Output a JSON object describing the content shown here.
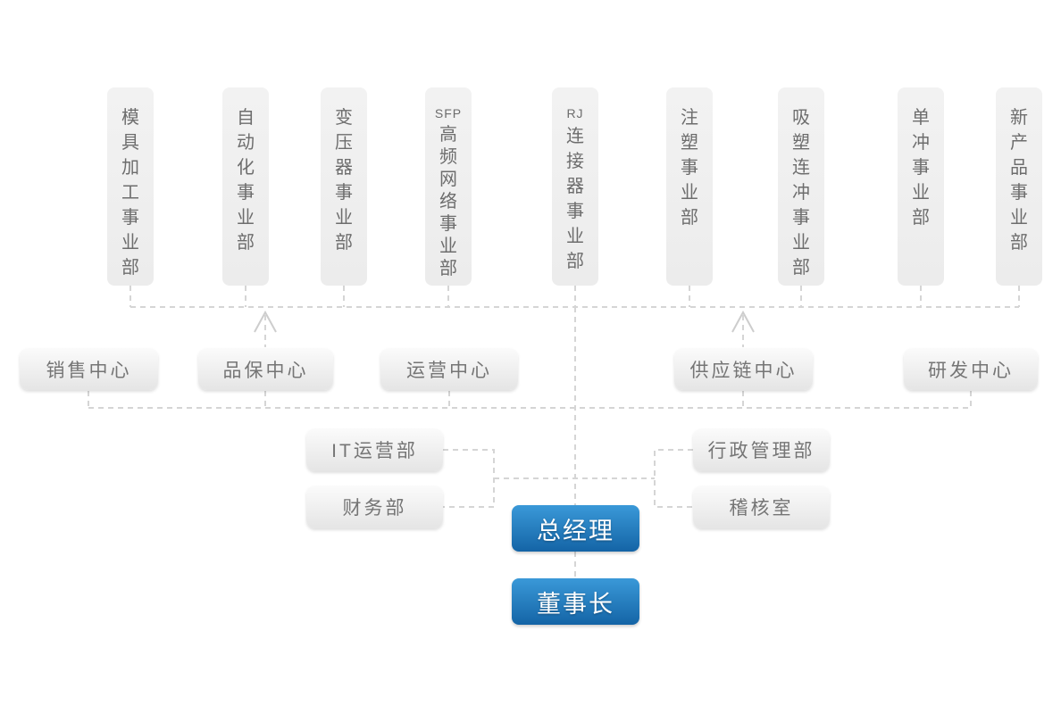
{
  "org_chart": {
    "business_units": [
      {
        "latin": "",
        "cjk": "模具加工事业部",
        "full_label": "模具加工事业部"
      },
      {
        "latin": "",
        "cjk": "自动化事业部",
        "full_label": "自动化事业部"
      },
      {
        "latin": "",
        "cjk": "变压器事业部",
        "full_label": "变压器事业部"
      },
      {
        "latin": "SFP",
        "cjk": "高频网络事业部",
        "full_label": "SFP高频网络事业部"
      },
      {
        "latin": "RJ",
        "cjk": "连接器事业部",
        "full_label": "RJ连接器事业部"
      },
      {
        "latin": "",
        "cjk": "注塑事业部",
        "full_label": "注塑事业部"
      },
      {
        "latin": "",
        "cjk": "吸塑连冲事业部",
        "full_label": "吸塑连冲事业部"
      },
      {
        "latin": "",
        "cjk": "单冲事业部",
        "full_label": "单冲事业部"
      },
      {
        "latin": "",
        "cjk": "新产品事业部",
        "full_label": "新产品事业部"
      }
    ],
    "centers": [
      "销售中心",
      "品保中心",
      "运营中心",
      "供应链中心",
      "研发中心"
    ],
    "staff_departments": {
      "left": [
        "IT运营部",
        "财务部"
      ],
      "right": [
        "行政管理部",
        "稽核室"
      ]
    },
    "executives": {
      "general_manager": "总经理",
      "chairman": "董事长"
    },
    "colors": {
      "executive_gradient_top": "#3a99d8",
      "executive_gradient_bottom": "#1464a6",
      "box_background": "#f0f0f0",
      "box_text": "#6d6d6d",
      "connector": "#d5d5d5",
      "arrowhead": "#cdcdcd"
    }
  }
}
